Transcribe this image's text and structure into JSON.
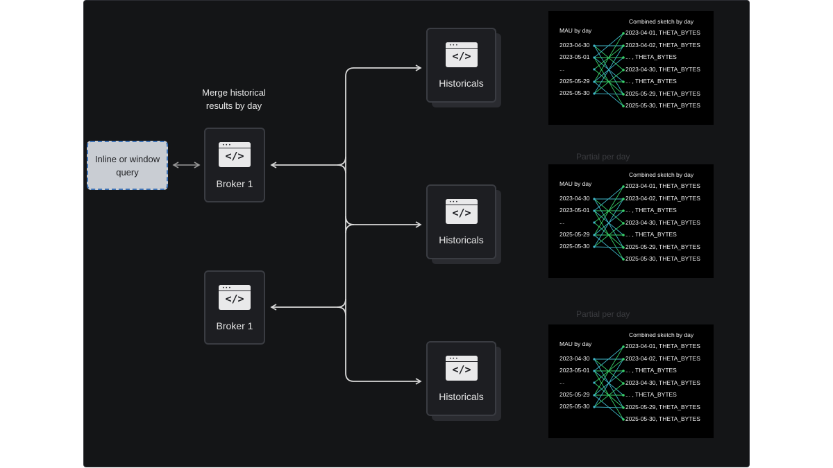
{
  "query_box": {
    "line1": "Inline or window",
    "line2": "query"
  },
  "merge_label": {
    "line1": "Merge historical",
    "line2": "results by day"
  },
  "brokers": [
    {
      "label": "Broker 1"
    },
    {
      "label": "Broker 1"
    }
  ],
  "historicals": [
    {
      "label": "Historicals"
    },
    {
      "label": "Historicals"
    },
    {
      "label": "Historicals"
    }
  ],
  "partial_labels": [
    "Partial per day",
    "Partial per day"
  ],
  "panel": {
    "title": "Combined sketch by day",
    "left_header": "MAU by day",
    "left_items": [
      "2023-04-30",
      "2023-05-01",
      "...",
      "2025-05-29",
      "2025-05-30"
    ],
    "right_items": [
      "2023-04-01, THETA_BYTES",
      "2023-04-02, THETA_BYTES",
      "...              , THETA_BYTES",
      "2023-04-30, THETA_BYTES",
      "...              , THETA_BYTES",
      "2025-05-29, THETA_BYTES",
      "2025-05-30, THETA_BYTES"
    ]
  },
  "colors": {
    "background": "#141517",
    "node_fill": "#1d1e22",
    "query_fill": "#c9cdd3",
    "query_border": "#3d72b5",
    "wire": "#d9d9d9",
    "link_cyan": "#3fb7c9",
    "link_green": "#38d16a"
  },
  "icons": [
    "window-code-icon"
  ]
}
